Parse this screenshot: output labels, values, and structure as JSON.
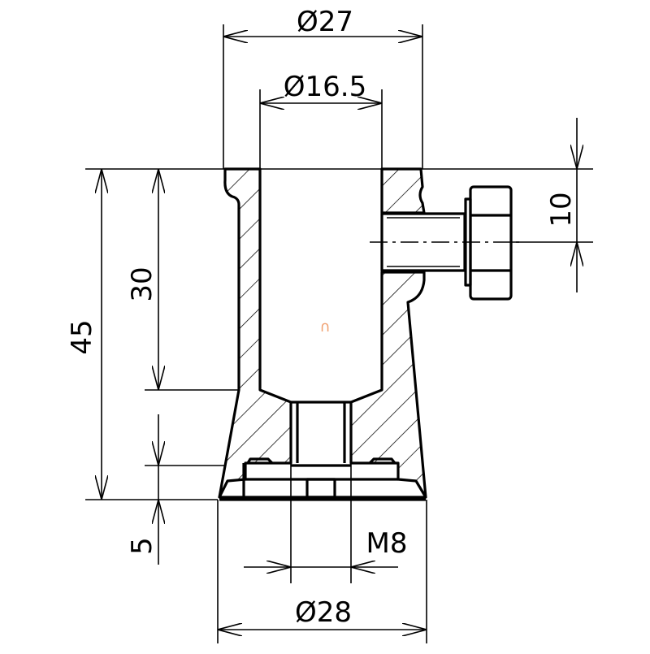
{
  "drawing": {
    "dimensions": {
      "outer_top_diameter": "Ø27",
      "bore_diameter": "Ø16.5",
      "bolt_offset": "10",
      "bore_depth": "30",
      "total_height": "45",
      "base_height": "5",
      "thread": "M8",
      "base_diameter": "Ø28"
    },
    "stray_mark": "∩",
    "colors": {
      "line": "#000000",
      "stray_mark": "#f0a070"
    }
  }
}
